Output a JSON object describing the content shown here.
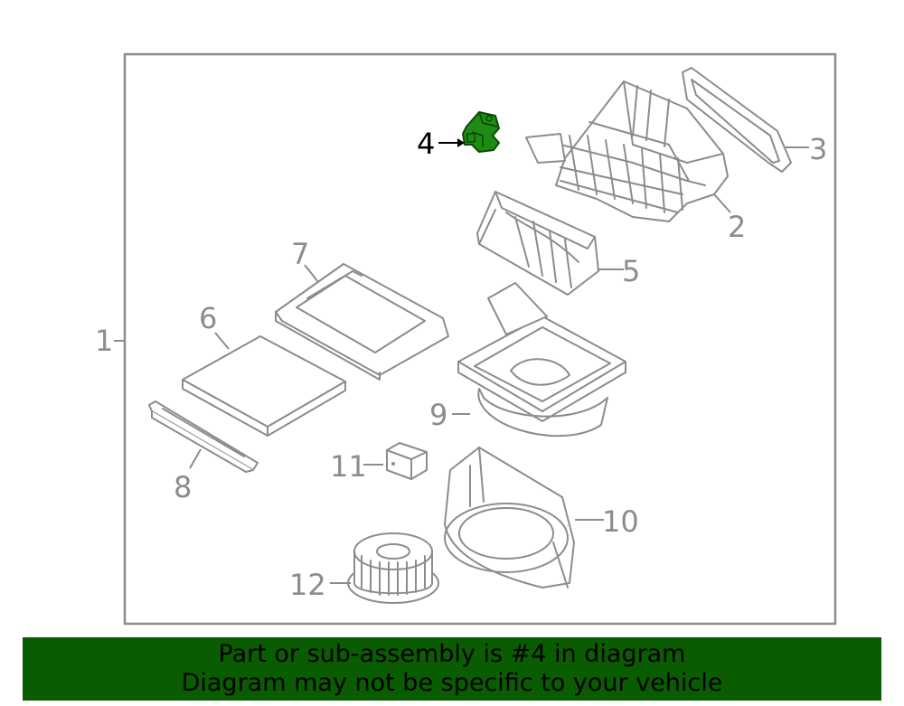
{
  "callouts": {
    "c1": "1",
    "c2": "2",
    "c3": "3",
    "c4": "4",
    "c5": "5",
    "c6": "6",
    "c7": "7",
    "c8": "8",
    "c9": "9",
    "c10": "10",
    "c11": "11",
    "c12": "12"
  },
  "highlight": {
    "part_number": "4",
    "color": "#1e8c14"
  },
  "colors": {
    "line": "#8c8c8c",
    "banner": "#0a5c00"
  },
  "banner": {
    "line1": "Part or sub-assembly is #4 in diagram",
    "line2": "Diagram may not be specific to your vehicle"
  }
}
